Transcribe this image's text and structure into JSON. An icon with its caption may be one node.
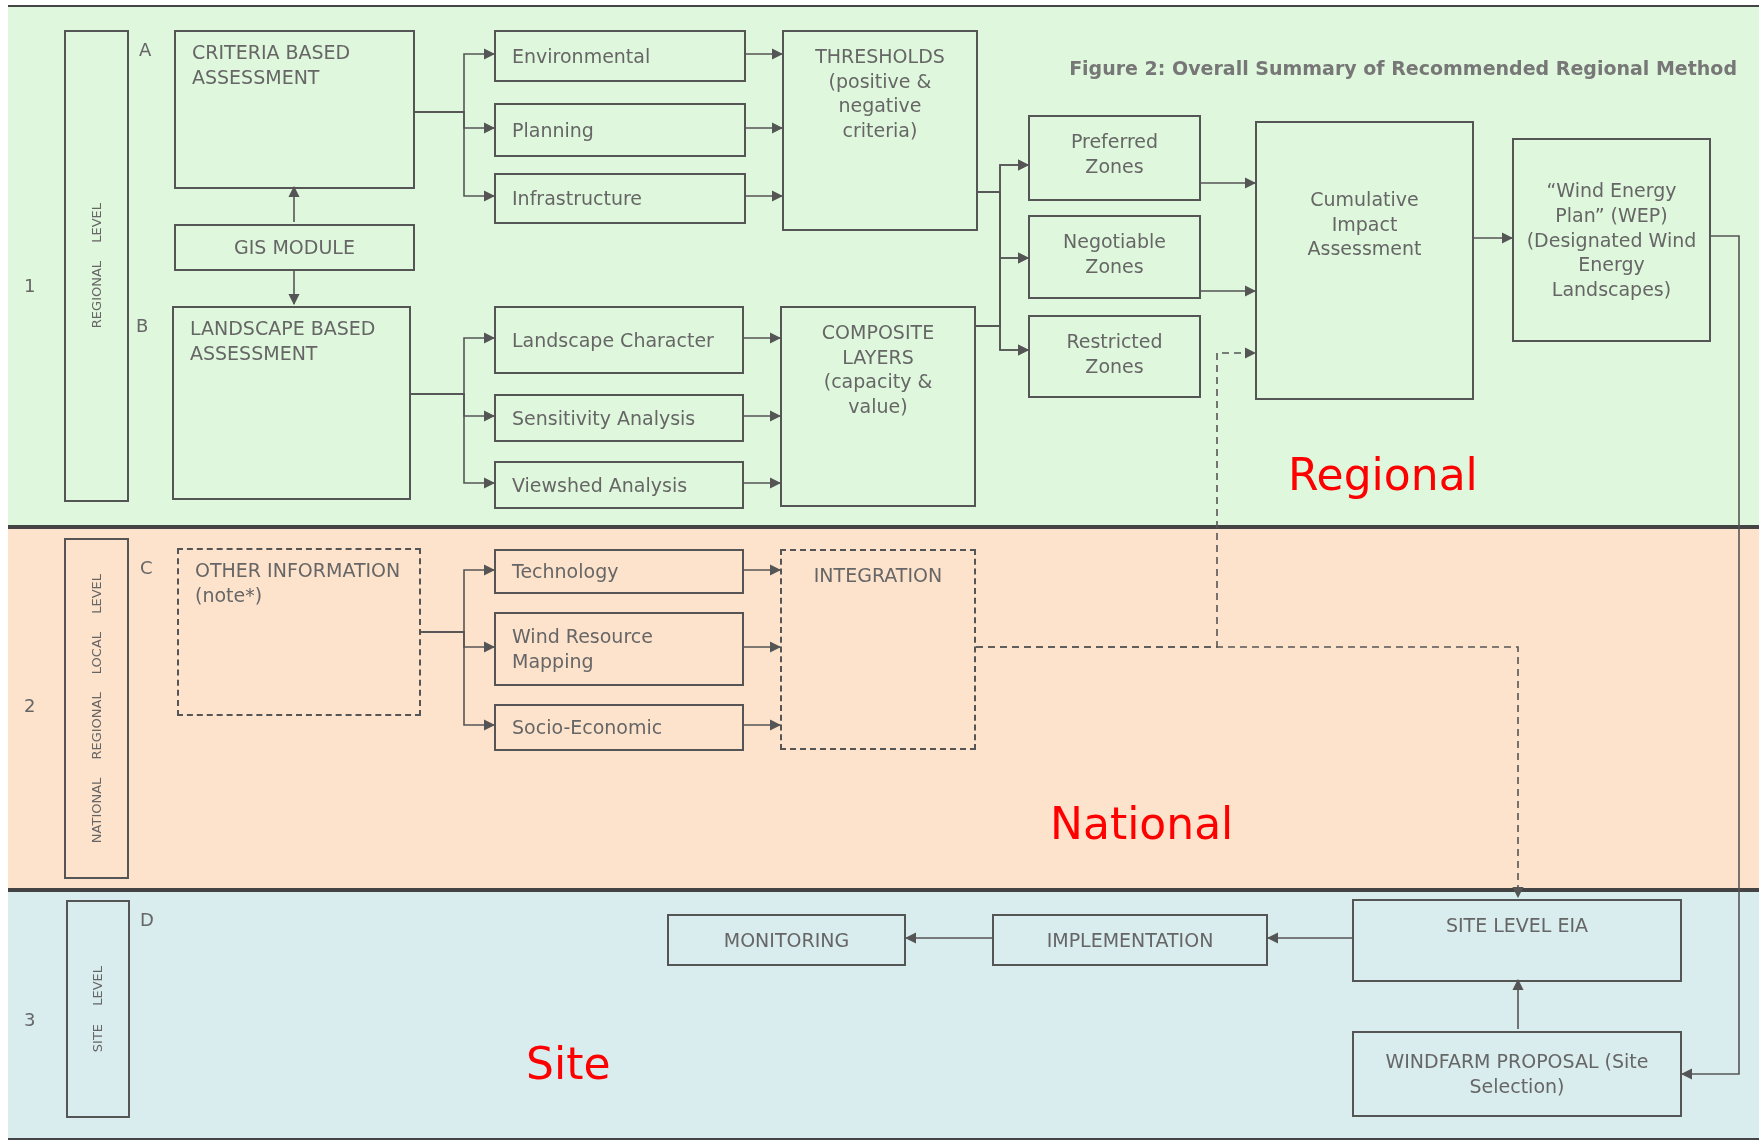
{
  "diagram": {
    "title": "Figure 2: Overall Summary of Recommended Regional Method",
    "nodes": [
      {
        "text": [
          "Regional"
        ]
      },
      {
        "text": [
          "REGIONAL LEVEL"
        ],
        "in": 0
      },
      {
        "text": [
          "CRITERIA BASED ASSESSMENT"
        ],
        "in": 0
      },
      {
        "text": [
          "GIS MODULE"
        ],
        "in": 0
      },
      {
        "text": [
          "LANDSCAPE BASED ASSESSMENT"
        ],
        "in": 0
      },
      {
        "text": [
          "Environmental"
        ],
        "in": 0
      },
      {
        "text": [
          "Planning"
        ],
        "in": 0
      },
      {
        "text": [
          "Infrastructure"
        ],
        "in": 0
      },
      {
        "text": [
          "THRESHOLDS (positive & negative criteria)"
        ],
        "in": 0
      },
      {
        "text": [
          "Landscape Character"
        ],
        "in": 0
      },
      {
        "text": [
          "Sensitivity Analysis"
        ],
        "in": 0
      },
      {
        "text": [
          "Viewshed Analysis"
        ],
        "in": 0
      },
      {
        "text": [
          "COMPOSITE LAYERS (capacity & value)"
        ],
        "in": 0
      },
      {
        "text": [
          "Preferred Zones"
        ],
        "in": 0
      },
      {
        "text": [
          "Negotiable Zones"
        ],
        "in": 0
      },
      {
        "text": [
          "Restricted Zones"
        ],
        "in": 0
      },
      {
        "text": [
          "Cumulative Impact Assessment"
        ],
        "in": 0
      },
      {
        "text": [
          "“Wind Energy Plan” (WEP) (Designated Wind Energy Landscapes)"
        ],
        "in": 0
      },
      {
        "text": [
          "National"
        ]
      },
      {
        "text": [
          "NATIONAL REGIONAL LOCAL LEVEL"
        ],
        "in": 18
      },
      {
        "text": [
          "OTHER INFORMATION",
          "(note*)"
        ],
        "in": 18
      },
      {
        "text": [
          "Technology"
        ],
        "in": 18
      },
      {
        "text": [
          "Wind Resource Mapping"
        ],
        "in": 18
      },
      {
        "text": [
          "Socio-Economic"
        ],
        "in": 18
      },
      {
        "text": [
          "INTEGRATION"
        ],
        "in": 18
      },
      {
        "text": [
          "Site"
        ]
      },
      {
        "text": [
          "SITE LEVEL"
        ],
        "in": 25
      },
      {
        "text": [
          "MONITORING"
        ],
        "in": 25
      },
      {
        "text": [
          "IMPLEMENTATION"
        ],
        "in": 25
      },
      {
        "text": [
          "SITE LEVEL EIA"
        ],
        "in": 25
      },
      {
        "text": [
          "WINDFARM PROPOSAL (Site Selection)"
        ],
        "in": 25
      }
    ],
    "edges": [
      {
        "from": 2,
        "to": 5,
        "arrow": "to"
      },
      {
        "from": 2,
        "to": 6,
        "arrow": "to"
      },
      {
        "from": 2,
        "to": 7,
        "arrow": "to"
      },
      {
        "from": 3,
        "to": 2,
        "arrow": "to"
      },
      {
        "from": 3,
        "to": 4,
        "arrow": "to"
      },
      {
        "from": 5,
        "to": 8,
        "arrow": "to"
      },
      {
        "from": 6,
        "to": 8,
        "arrow": "to"
      },
      {
        "from": 7,
        "to": 8,
        "arrow": "to"
      },
      {
        "from": 4,
        "to": 9,
        "arrow": "to"
      },
      {
        "from": 4,
        "to": 10,
        "arrow": "to"
      },
      {
        "from": 4,
        "to": 11,
        "arrow": "to"
      },
      {
        "from": 9,
        "to": 12,
        "arrow": "to"
      },
      {
        "from": 10,
        "to": 12,
        "arrow": "to"
      },
      {
        "from": 11,
        "to": 12,
        "arrow": "to"
      },
      {
        "from": 8,
        "to": 13,
        "arrow": "to"
      },
      {
        "from": 8,
        "to": 14,
        "arrow": "to"
      },
      {
        "from": 8,
        "to": 15,
        "arrow": "to"
      },
      {
        "from": 12,
        "to": 13,
        "arrow": "to"
      },
      {
        "from": 12,
        "to": 14,
        "arrow": "to"
      },
      {
        "from": 12,
        "to": 15,
        "arrow": "to"
      },
      {
        "from": 13,
        "to": 16,
        "arrow": "to"
      },
      {
        "from": 14,
        "to": 16,
        "arrow": "to"
      },
      {
        "from": 24,
        "to": 16,
        "arrow": "to",
        "style": "dashed"
      },
      {
        "from": 24,
        "to": 29,
        "arrow": "to",
        "style": "dashed"
      },
      {
        "from": 16,
        "to": 17,
        "arrow": "to"
      },
      {
        "from": 17,
        "to": 30,
        "arrow": "to"
      },
      {
        "from": 30,
        "to": 29,
        "arrow": "to"
      },
      {
        "from": 29,
        "to": 28,
        "arrow": "to"
      },
      {
        "from": 28,
        "to": 27,
        "arrow": "to"
      },
      {
        "from": 20,
        "to": 21,
        "arrow": "to"
      },
      {
        "from": 20,
        "to": 22,
        "arrow": "to"
      },
      {
        "from": 20,
        "to": 23,
        "arrow": "to"
      },
      {
        "from": 21,
        "to": 24,
        "arrow": "to"
      },
      {
        "from": 22,
        "to": 24,
        "arrow": "to"
      },
      {
        "from": 23,
        "to": 24,
        "arrow": "to"
      }
    ],
    "labels": [
      "A",
      "1",
      "B",
      "C",
      "2",
      "D",
      "3"
    ]
  }
}
